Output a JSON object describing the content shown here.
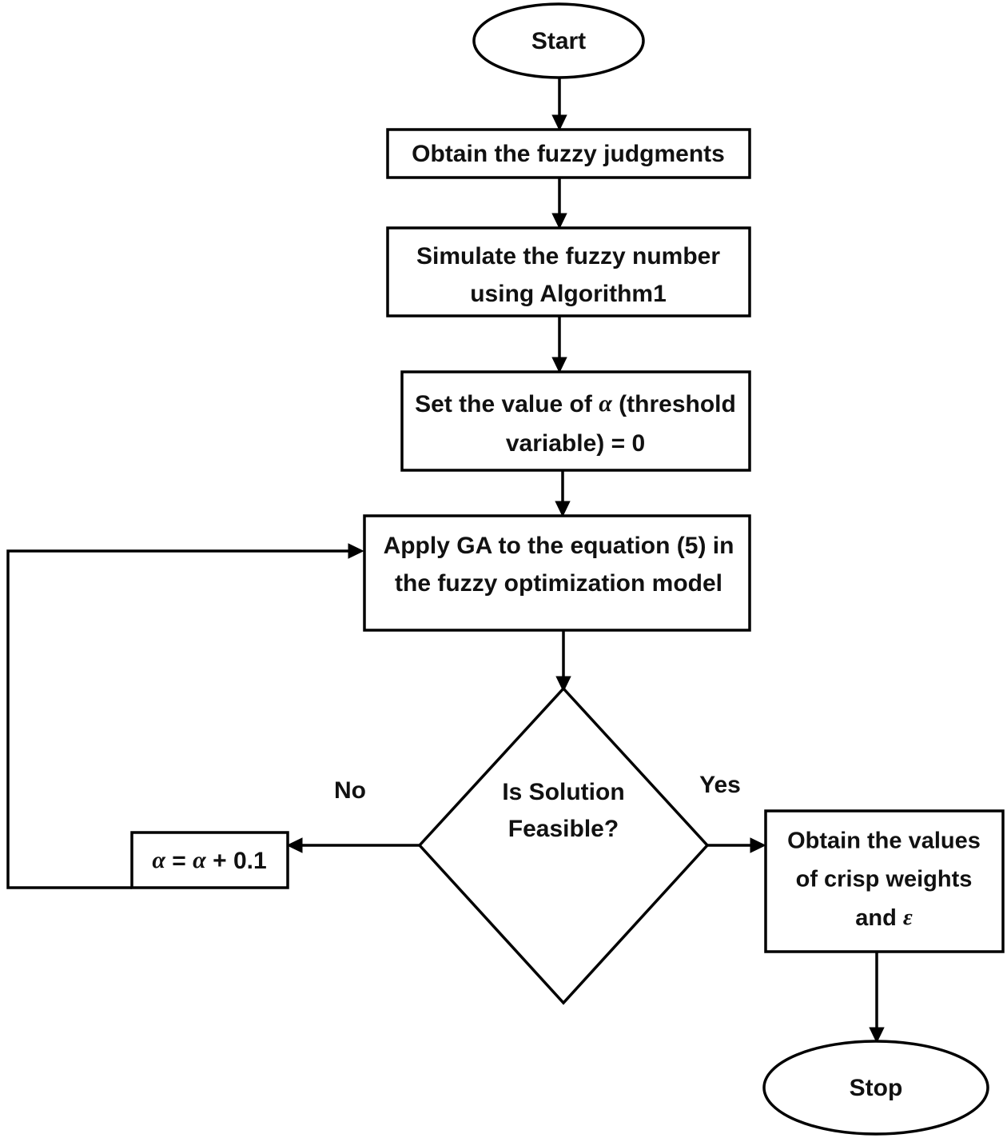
{
  "diagram": {
    "type": "flowchart",
    "title": "Fuzzy optimization GA flowchart",
    "background_color": "#ffffff",
    "stroke_color": "#000000",
    "text_color": "#111111"
  },
  "nodes": {
    "start": {
      "id": "start",
      "shape": "ellipse",
      "label": "Start"
    },
    "obtain_judgments": {
      "id": "obtain_judgments",
      "shape": "rectangle",
      "label": "Obtain the fuzzy judgments"
    },
    "simulate": {
      "id": "simulate",
      "shape": "rectangle",
      "line1": "Simulate the fuzzy number",
      "line2": "using Algorithm1"
    },
    "set_alpha": {
      "id": "set_alpha",
      "shape": "rectangle",
      "line1_pre": "Set the value of ",
      "line1_symbol": "α",
      "line1_post": " (threshold",
      "line2": "variable) = 0"
    },
    "apply_ga": {
      "id": "apply_ga",
      "shape": "rectangle",
      "line1": "Apply GA to the equation (5) in",
      "line2": "the fuzzy optimization model"
    },
    "decision": {
      "id": "decision",
      "shape": "diamond",
      "line1": "Is Solution",
      "line2": "Feasible?"
    },
    "increment_alpha": {
      "id": "increment_alpha",
      "shape": "rectangle",
      "symbol_a": "α",
      "eq": " = ",
      "symbol_b": "α",
      "plus": " + 0.1"
    },
    "obtain_weights": {
      "id": "obtain_weights",
      "shape": "rectangle",
      "line1": "Obtain the values",
      "line2": "of crisp weights",
      "line3_pre": "and ",
      "line3_symbol": "ε"
    },
    "stop": {
      "id": "stop",
      "shape": "ellipse",
      "label": "Stop"
    }
  },
  "edges": [
    {
      "id": "start-to-obtain",
      "from": "start",
      "to": "obtain_judgments",
      "label": ""
    },
    {
      "id": "obtain-to-simulate",
      "from": "obtain_judgments",
      "to": "simulate",
      "label": ""
    },
    {
      "id": "simulate-to-setalpha",
      "from": "simulate",
      "to": "set_alpha",
      "label": ""
    },
    {
      "id": "setalpha-to-applyga",
      "from": "set_alpha",
      "to": "apply_ga",
      "label": ""
    },
    {
      "id": "applyga-to-decision",
      "from": "apply_ga",
      "to": "decision",
      "label": ""
    },
    {
      "id": "decision-no",
      "from": "decision",
      "to": "increment_alpha",
      "label": "No"
    },
    {
      "id": "decision-yes",
      "from": "decision",
      "to": "obtain_weights",
      "label": "Yes"
    },
    {
      "id": "increment-loopback",
      "from": "increment_alpha",
      "to": "apply_ga",
      "label": ""
    },
    {
      "id": "weights-to-stop",
      "from": "obtain_weights",
      "to": "stop",
      "label": ""
    }
  ],
  "labels": {
    "no": "No",
    "yes": "Yes"
  }
}
